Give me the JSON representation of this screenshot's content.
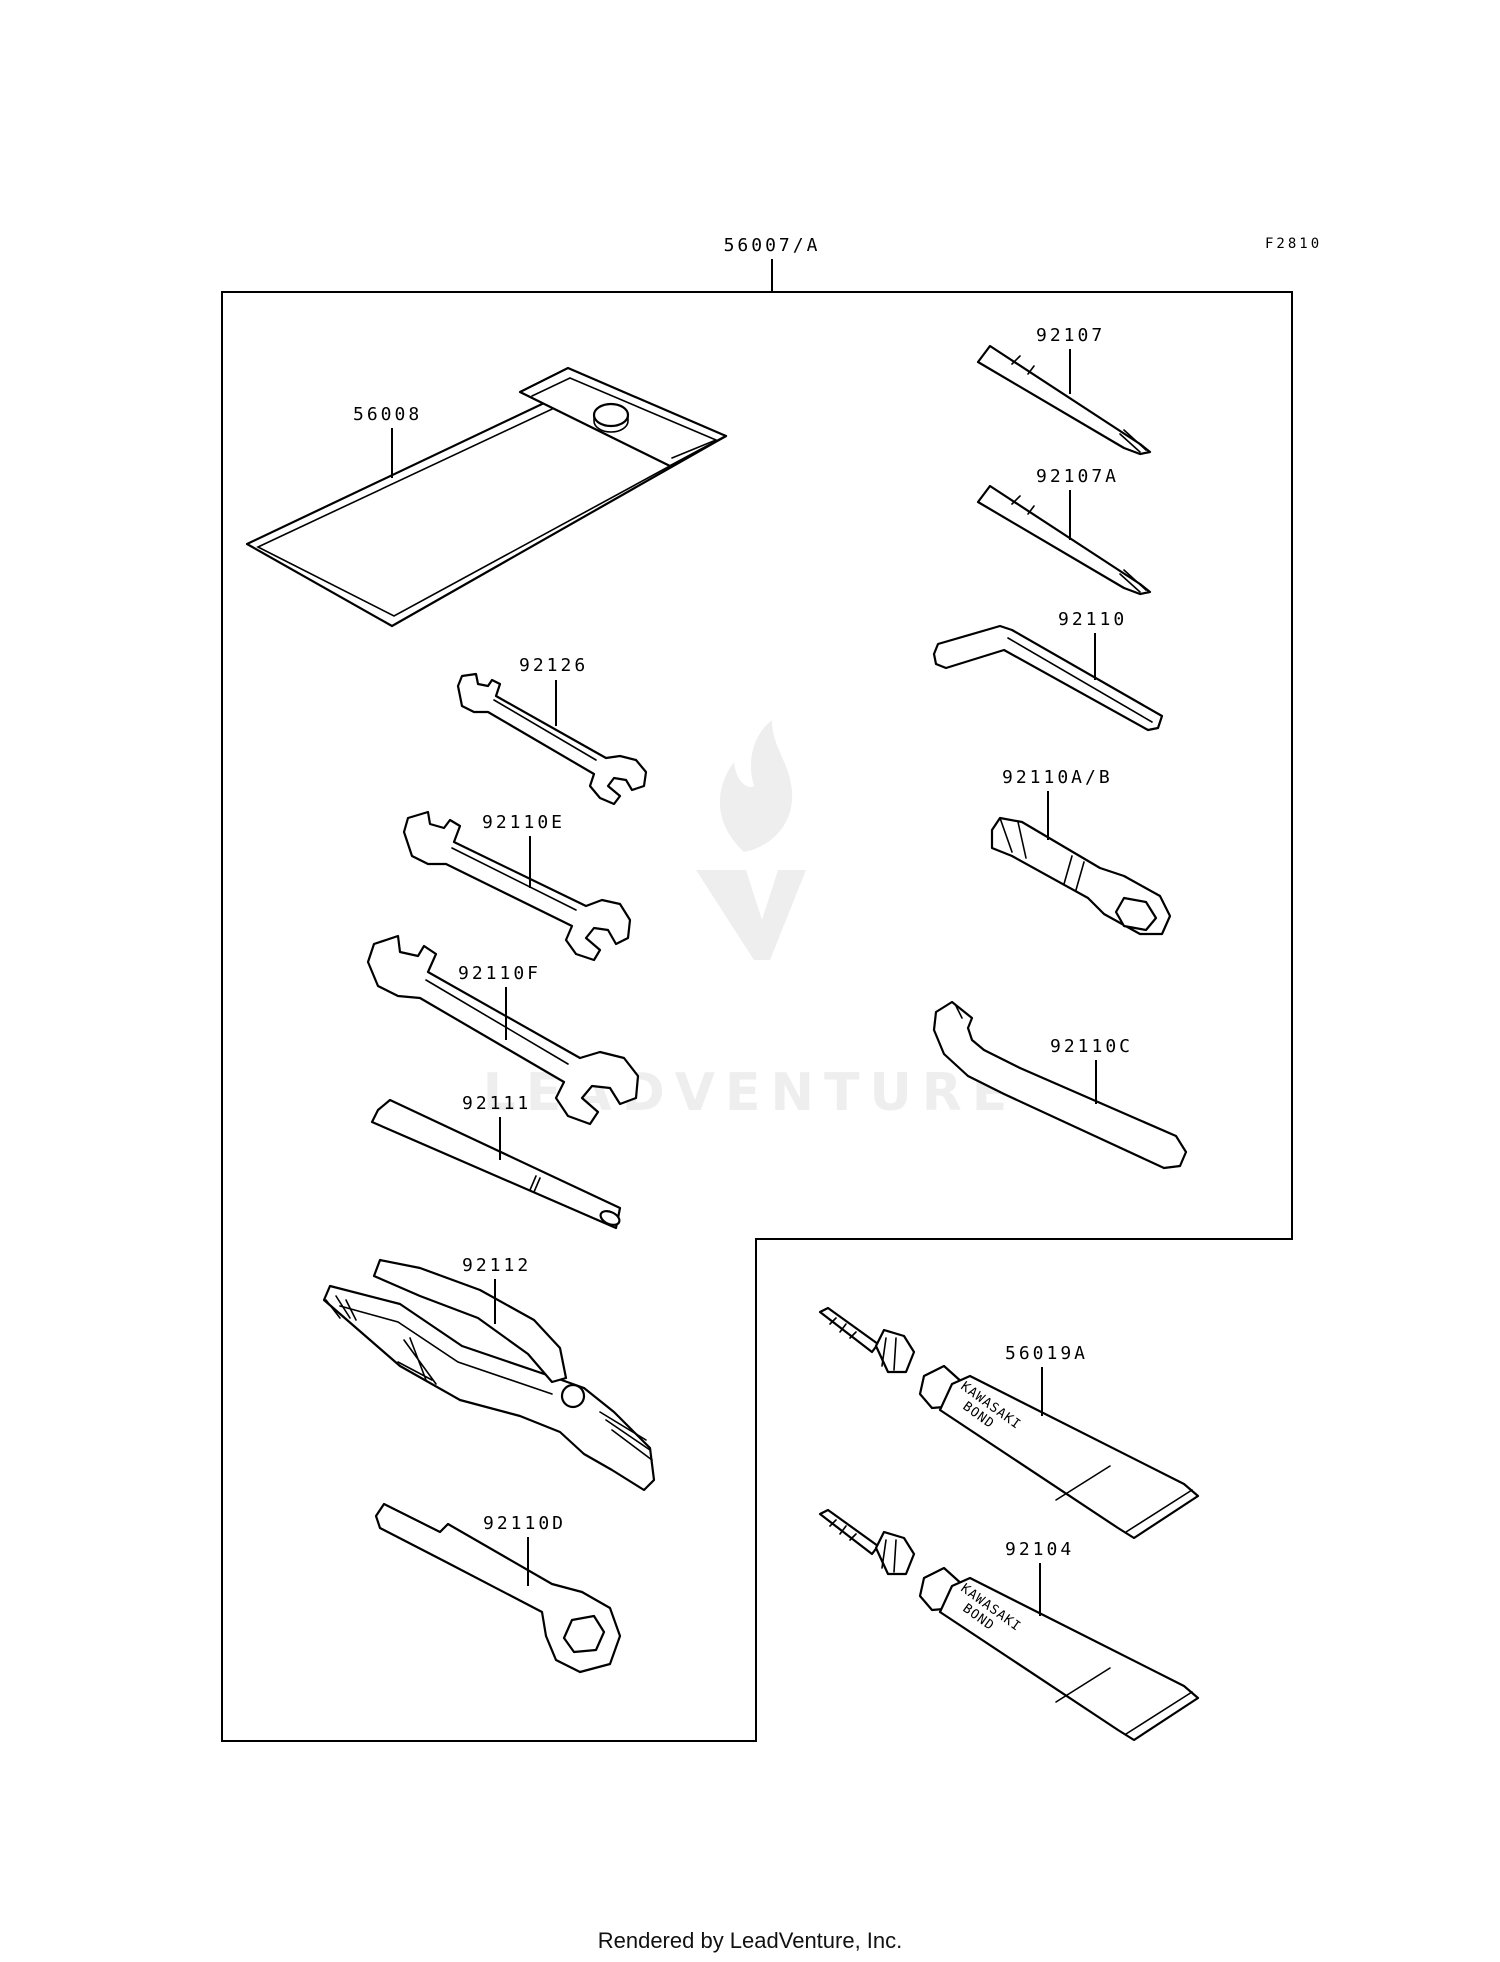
{
  "diagram": {
    "assembly_label": "56007/A",
    "figure_code": "F2810",
    "watermark": "LEADVENTURE",
    "parts": [
      {
        "id": "p56008",
        "label": "56008"
      },
      {
        "id": "p92126",
        "label": "92126"
      },
      {
        "id": "p92110E",
        "label": "92110E"
      },
      {
        "id": "p92110F",
        "label": "92110F"
      },
      {
        "id": "p92111",
        "label": "92111"
      },
      {
        "id": "p92112",
        "label": "92112"
      },
      {
        "id": "p92110D",
        "label": "92110D"
      },
      {
        "id": "p92107",
        "label": "92107"
      },
      {
        "id": "p92107A",
        "label": "92107A"
      },
      {
        "id": "p92110",
        "label": "92110"
      },
      {
        "id": "p92110AB",
        "label": "92110A/B"
      },
      {
        "id": "p92110C",
        "label": "92110C"
      },
      {
        "id": "p56019A",
        "label": "56019A"
      },
      {
        "id": "p92104",
        "label": "92104"
      }
    ],
    "tube_text_line1": "KAWASAKI",
    "tube_text_line2": "BOND"
  },
  "footer": {
    "text": "Rendered by LeadVenture, Inc."
  }
}
